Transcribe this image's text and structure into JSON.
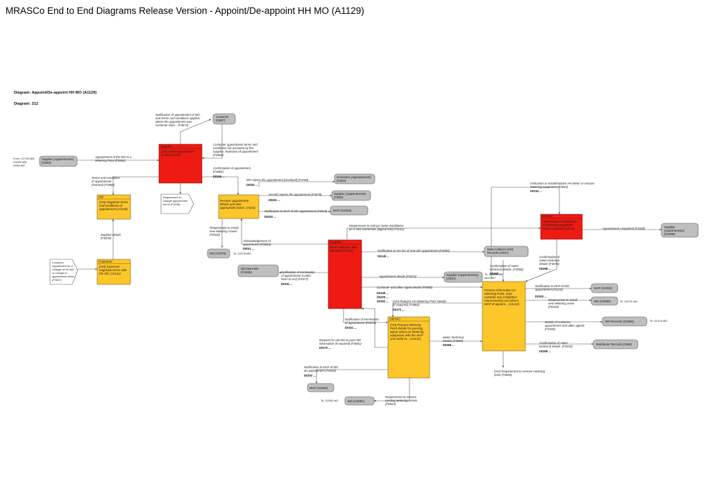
{
  "header": {
    "title": "MRASCo End to End Diagrams Release Version - Appoint/De-appoint HH MO (A1129)",
    "diagram_name": "Diagram: Appoint/De-appoint HH MO (A1129)",
    "diagram_number": "Diagram: 212"
  },
  "colors": {
    "red_process": "#ee1b14",
    "amber_process": "#fdc62a",
    "external_entity": "#bfbfbf",
    "line": "#555555"
  },
  "processes": {
    "p1": {
      "role": "Supplier",
      "text": [
        "(HH) Select appointment",
        "of MO (A1130)"
      ]
    },
    "p2": {
      "role": "",
      "text": [
        "Receive appointment",
        "details and take",
        "appropriate action. (A423)"
      ]
    },
    "p3": {
      "role": "MO",
      "text": [
        "(HH) Negotiate terms",
        "and conditions of",
        "appointment (A1140)"
      ]
    },
    "p4": {
      "role": "Customer",
      "text": [
        "(HH) Customer",
        "negotiate terms with",
        "the MO (A1141)"
      ]
    },
    "p5": {
      "role": "Supplier",
      "text": [
        "Send Customer who",
        "appointed (A422)"
      ]
    },
    "p6": {
      "role": "Old MO",
      "text": [
        "(HH) Prepare Metering",
        "Point details for passing,",
        "agree action on Metering",
        "equipment with the MAP",
        "and notify M... (A1131)"
      ]
    },
    "p7": {
      "role": "",
      "text": [
        "Process information on",
        "Metering Point, (and",
        "consider any installation",
        "requirements) and inform",
        "MAP of appoint... (A1132)"
      ]
    },
    "p8": {
      "role": "NHHDC",
      "text": [
        "(HH) Request installation",
        "of metering equipment",
        "where required (A1133)"
      ]
    }
  },
  "externals": {
    "e_customer": [
      "Customer",
      "(G657)"
    ],
    "e_supplier_left": [
      "Supplier (Appointments)",
      "(G553)"
    ],
    "e_generator": [
      "Generator (Appointments)",
      "(G562)"
    ],
    "e_supplier_mid": [
      "Supplier (Appointments)",
      "(G556)"
    ],
    "e_map_mid": [
      "MAP (G2034)"
    ],
    "e_mo_left": [
      "MO (G2079)"
    ],
    "e_old_nhh": [
      "Old NHH MO",
      "(G1565)"
    ],
    "e_supplier_appt": [
      "Supplier (Appointments)",
      "(G634)"
    ],
    "e_dc_hh": [
      "Data Collector (HH)",
      "Records (G947)"
    ],
    "e_map_bottom": [
      "MAP (G2033)"
    ],
    "e_mo_bottom": [
      "MO (G2081)"
    ],
    "e_map_right": [
      "MAP (G2032)"
    ],
    "e_mo_records_r": [
      "MO (G2080)"
    ],
    "e_mo_records": [
      "MO Records (G1566)"
    ],
    "e_distributor": [
      "Distributor Records (G995)"
    ],
    "e_supplier_far": [
      "Supplier",
      "(Appointments)",
      "(G1588)"
    ]
  },
  "flows": {
    "f01": [
      "Notification of appointment of MO,",
      "and terms and conditions applied,",
      "where the appointment was",
      "customer initia... (F3673)"
    ],
    "f02": [
      "Customer appointment terms and",
      "conditions not accepted by the",
      "supplier. Rejection of appointment",
      "(F3665)"
    ],
    "f03": [
      "Appointment of the MO to a",
      "Metering Point (F3661)"
    ],
    "f04": [
      "Terms and conditions",
      "of appointment",
      "(manual) (F3666)"
    ],
    "f05": [
      "Confirmation of appointment",
      "(F3681)"
    ],
    "f06": [
      "MO rejects the appointment [Scotland] (F3740)"
    ],
    "f07": [
      "HH MO rejects the appointment (F3679)"
    ],
    "f08": [
      "Notification to MAP of MO appointment (F6519)"
    ],
    "f09": [
      "Requirement to",
      "change appointment",
      "terms (F3148)"
    ],
    "f10": [
      "Supplier details",
      "(F3678)"
    ],
    "f11": [
      "Customer",
      "requirement for a",
      "Change of HH MO",
      "or change to",
      "appointment terms",
      "(F3667)"
    ],
    "f12": [
      "Requirement to install",
      "new Metering Assets",
      "(F6520)"
    ],
    "f13": [
      "Acknowledgement of",
      "appointment (F3683)"
    ],
    "f14": [
      "Requirement to instruct meter installation",
      "on a new connection [logical link] (F5152)"
    ],
    "f15": [
      "Notification to HH DC of new MO appointment (F3685)"
    ],
    "f16": [
      "Notification of termination",
      "of appointment (CoMC",
      "NHH to HH) (F5377)"
    ],
    "f17": [
      "Appointment details (F3674)"
    ],
    "f18": [
      "Customer and other Agent details (F3560)"
    ],
    "f19": [
      "(HH) Request HH Metering Point Details",
      "(if required) (F3684)"
    ],
    "f20": [
      "Notification of termination",
      "of appointment (F3672)"
    ],
    "f21": [
      "Request for old MO to pass MP",
      "information (if required) (F3681)"
    ],
    "f22": [
      "Meter Technical",
      "Details (F3650)"
    ],
    "f23": [
      "Notification to MAP of MO",
      "de-appointment (F6524)"
    ],
    "f24": [
      "Requirement to remove",
      "existing Metering Assets",
      "(F6523)"
    ],
    "f25": [
      "Confirmation of meter",
      "technical details. (F3668)"
    ],
    "f26": [
      "Confirmation of",
      "meter technical",
      "details (F3675)"
    ],
    "f27": [
      "Instruction to Install/replace HH Meter or remove",
      "Metering equipment (F3663)"
    ],
    "f28": [
      "Appointment completed (F3330)"
    ],
    "f29": [
      "Notification to MAP of MO",
      "appointment (F6218)"
    ],
    "f30": [
      "Requirement to install",
      "new Metering asset",
      "(F6518)"
    ],
    "f31": [
      "Details of customer,",
      "appointment and other agents",
      "(F3335)"
    ],
    "f32": [
      "Confirmation of meter",
      "technical details. (F3676)"
    ],
    "f33": [
      "(HH) Requirement to remove metering",
      "point (F3665)"
    ]
  },
  "drefs": {
    "d_f05": "D0155 ...",
    "d_f06": "D0261 ...",
    "d_f07": "D0261 ...",
    "d_f08": "D0303 ...",
    "d_f13": "D0011 ...",
    "d_f15": "D0148 ...",
    "d_f16": "D0151 ...",
    "d_f18": [
      "D0148 ...",
      "D0229 ...",
      "D0302 ..."
    ],
    "d_f19": "D0170 ...",
    "d_f20": "D0151 ...",
    "d_f21": "D0170 ...",
    "d_f22": "D0268 ...",
    "d_f23": "D0303 ...",
    "d_f25": "D0268 ...",
    "d_f26": "D0268 ...",
    "d_f27": "D0142 ...",
    "d_f29": "D0303 ...",
    "d_f32": "D0268 ..."
  },
  "notes": {
    "from_left": [
      "From: G1760 d59",
      "G1584 d59",
      "G658 d57"
    ],
    "to_mo_left": "To: G2078 d62",
    "to_dc": [
      "To: G1949 D29",
      "been d57"
    ],
    "to_mo_bottom": "To: G2082 d62",
    "to_mo_r": "To: G2076 d62",
    "to_mo_records": "To: G1524 d62"
  }
}
